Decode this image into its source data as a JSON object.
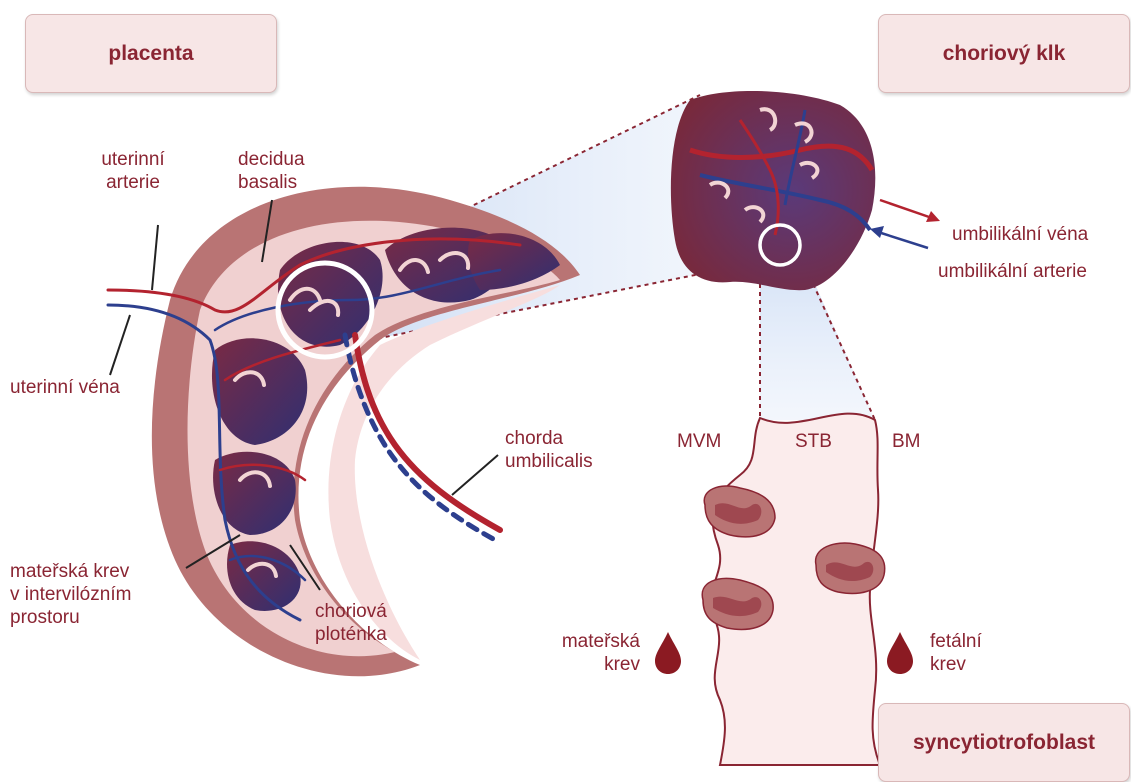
{
  "title_boxes": {
    "placenta": "placenta",
    "villus": "choriový klk",
    "syncytio": "syncytiotrofoblast"
  },
  "labels": {
    "uterine_artery": "uterinní\narterie",
    "decidua": "decidua\nbasalis",
    "uterine_vein": "uterinní véna",
    "umbilical_vein": "umbilikální véna",
    "umbilical_artery": "umbilikální arterie",
    "chorda": "chorda\numbilicalis",
    "maternal_blood_ivs": "mateřská krev\nv intervilózním\nprostoru",
    "chorionic_plate": "choriová\nploténka",
    "mvm": "MVM",
    "stb": "STB",
    "bm": "BM",
    "maternal_blood": "mateřská\nkrev",
    "fetal_blood": "fetální\nkrev"
  },
  "colors": {
    "label_text": "#8a2533",
    "box_fill": "#f7e6e6",
    "placenta_outer": "#b97474",
    "placenta_inner": "#f2d4d4",
    "villus_dark": "#3a2a6e",
    "artery_red": "#b3232f",
    "vein_blue": "#2d3f8e",
    "blood_drop": "#8b1a22"
  }
}
